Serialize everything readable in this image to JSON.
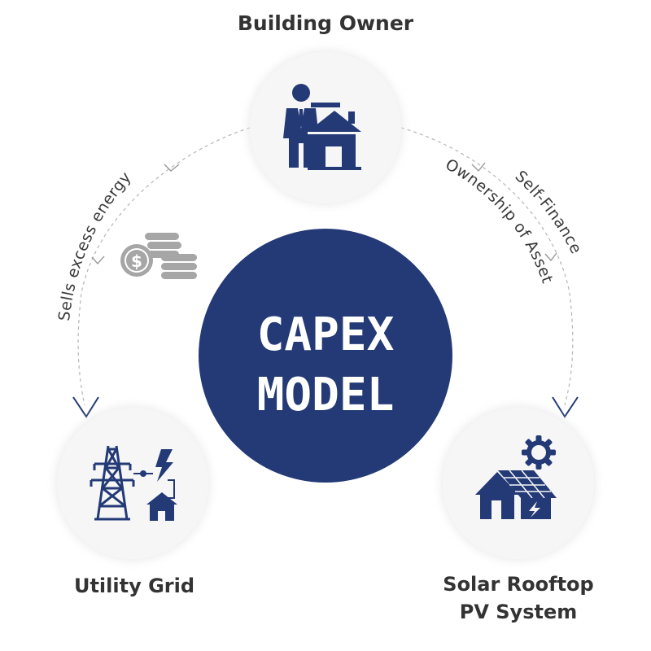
{
  "diagram": {
    "center": {
      "line1": "CAPEX",
      "line2": "MODEL"
    },
    "nodes": {
      "owner": {
        "label": "Building Owner"
      },
      "grid": {
        "label": "Utility Grid"
      },
      "solar": {
        "line1": "Solar Rooftop",
        "line2": "PV System"
      }
    },
    "edges": {
      "sells": "Sells excess energy",
      "finance": "Self-Finance",
      "ownership": "Ownership of Asset"
    }
  },
  "colors": {
    "navy": "#233a76",
    "circle": "#f5f5f5",
    "coins": "#a6a6a6",
    "dash": "#b5b5b5"
  },
  "icons": [
    "businessman-house-icon",
    "coins-dollar-icon",
    "power-tower-icon",
    "lightning-icon",
    "house-icon",
    "solar-house-icon",
    "gear-sun-icon",
    "arrowhead-icon"
  ]
}
